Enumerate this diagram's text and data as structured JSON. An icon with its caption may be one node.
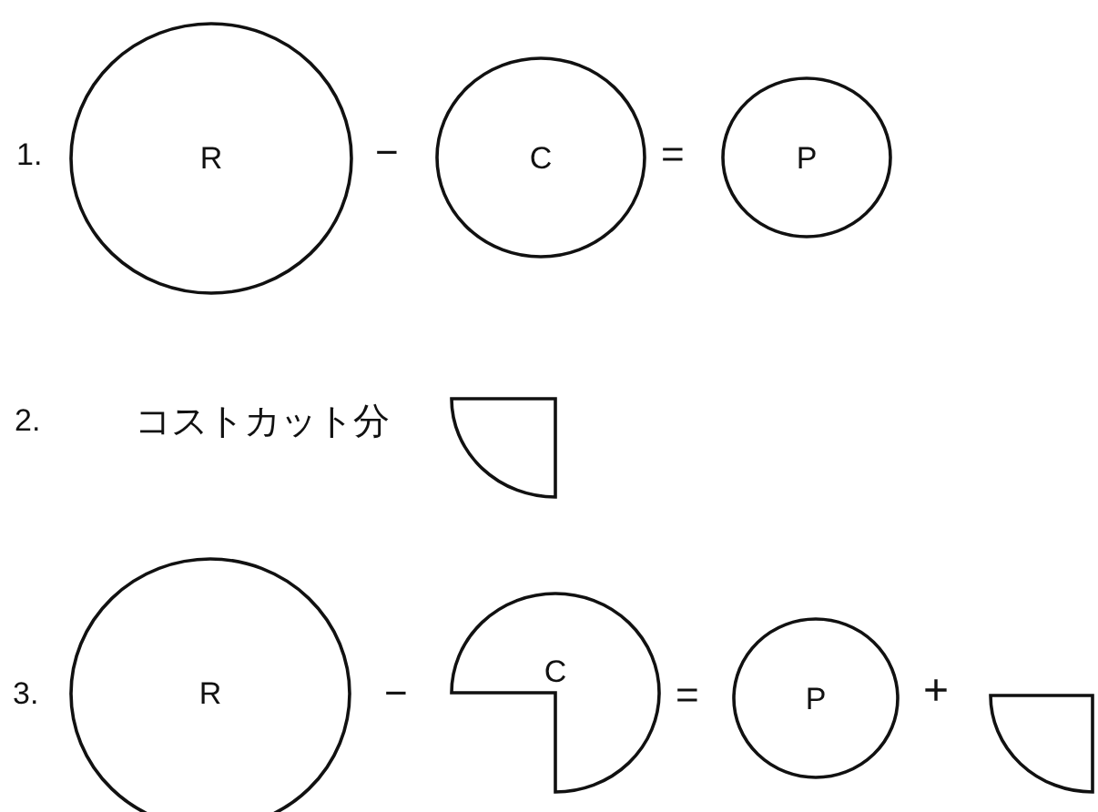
{
  "diagram": {
    "nodes": [
      {
        "text": [
          "R"
        ]
      },
      {
        "text": [
          "C"
        ]
      },
      {
        "text": [
          "P"
        ]
      },
      {
        "text": [],
        "shape": "sector"
      },
      {
        "text": [
          "R"
        ]
      },
      {
        "text": [
          "C"
        ]
      },
      {
        "text": [
          "P"
        ]
      },
      {
        "text": [],
        "shape": "sector"
      }
    ],
    "labels": [
      "1.",
      "−",
      "=",
      "2.",
      "コストカット分",
      "3.",
      "−",
      "=",
      "+"
    ]
  }
}
